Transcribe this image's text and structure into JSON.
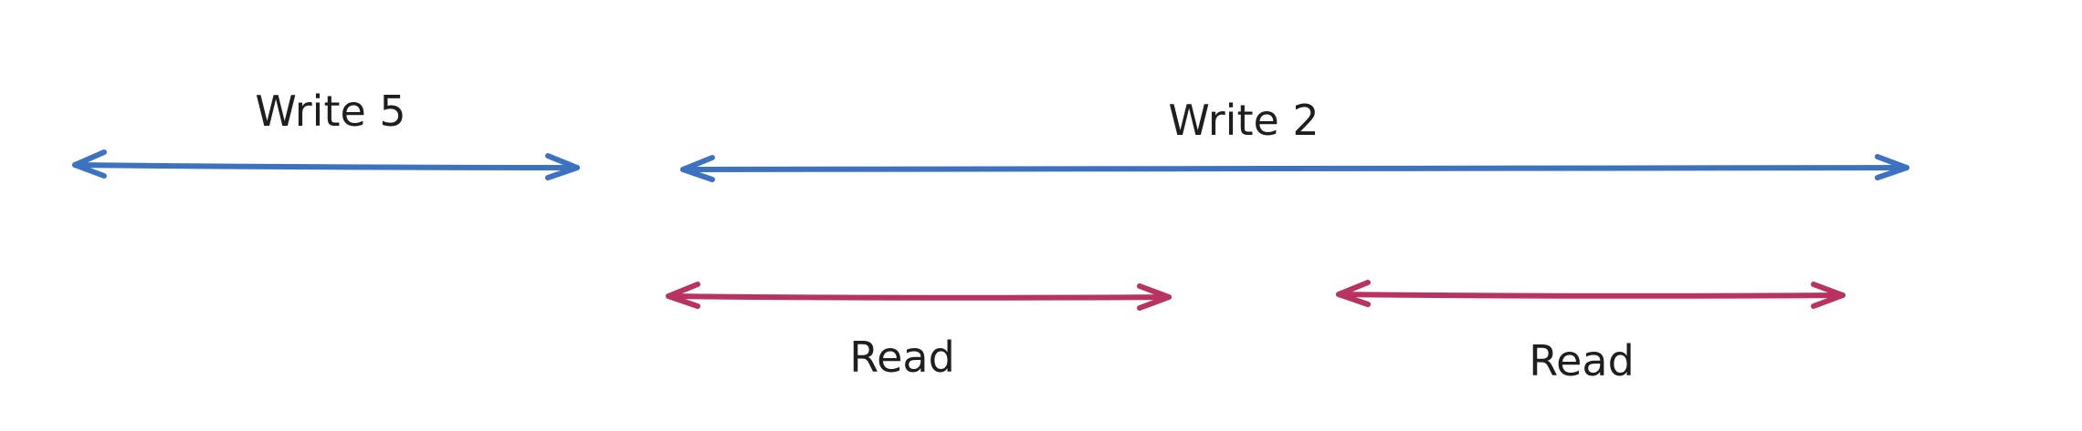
{
  "colors": {
    "write": "#3d72c0",
    "read": "#b83262",
    "text": "#1e1e1e",
    "background": "#ffffff"
  },
  "arrows": [
    {
      "id": "write-5",
      "kind": "write",
      "label": "Write 5"
    },
    {
      "id": "write-2",
      "kind": "write",
      "label": "Write 2"
    },
    {
      "id": "read-1",
      "kind": "read",
      "label": "Read"
    },
    {
      "id": "read-2",
      "kind": "read",
      "label": "Read"
    }
  ]
}
